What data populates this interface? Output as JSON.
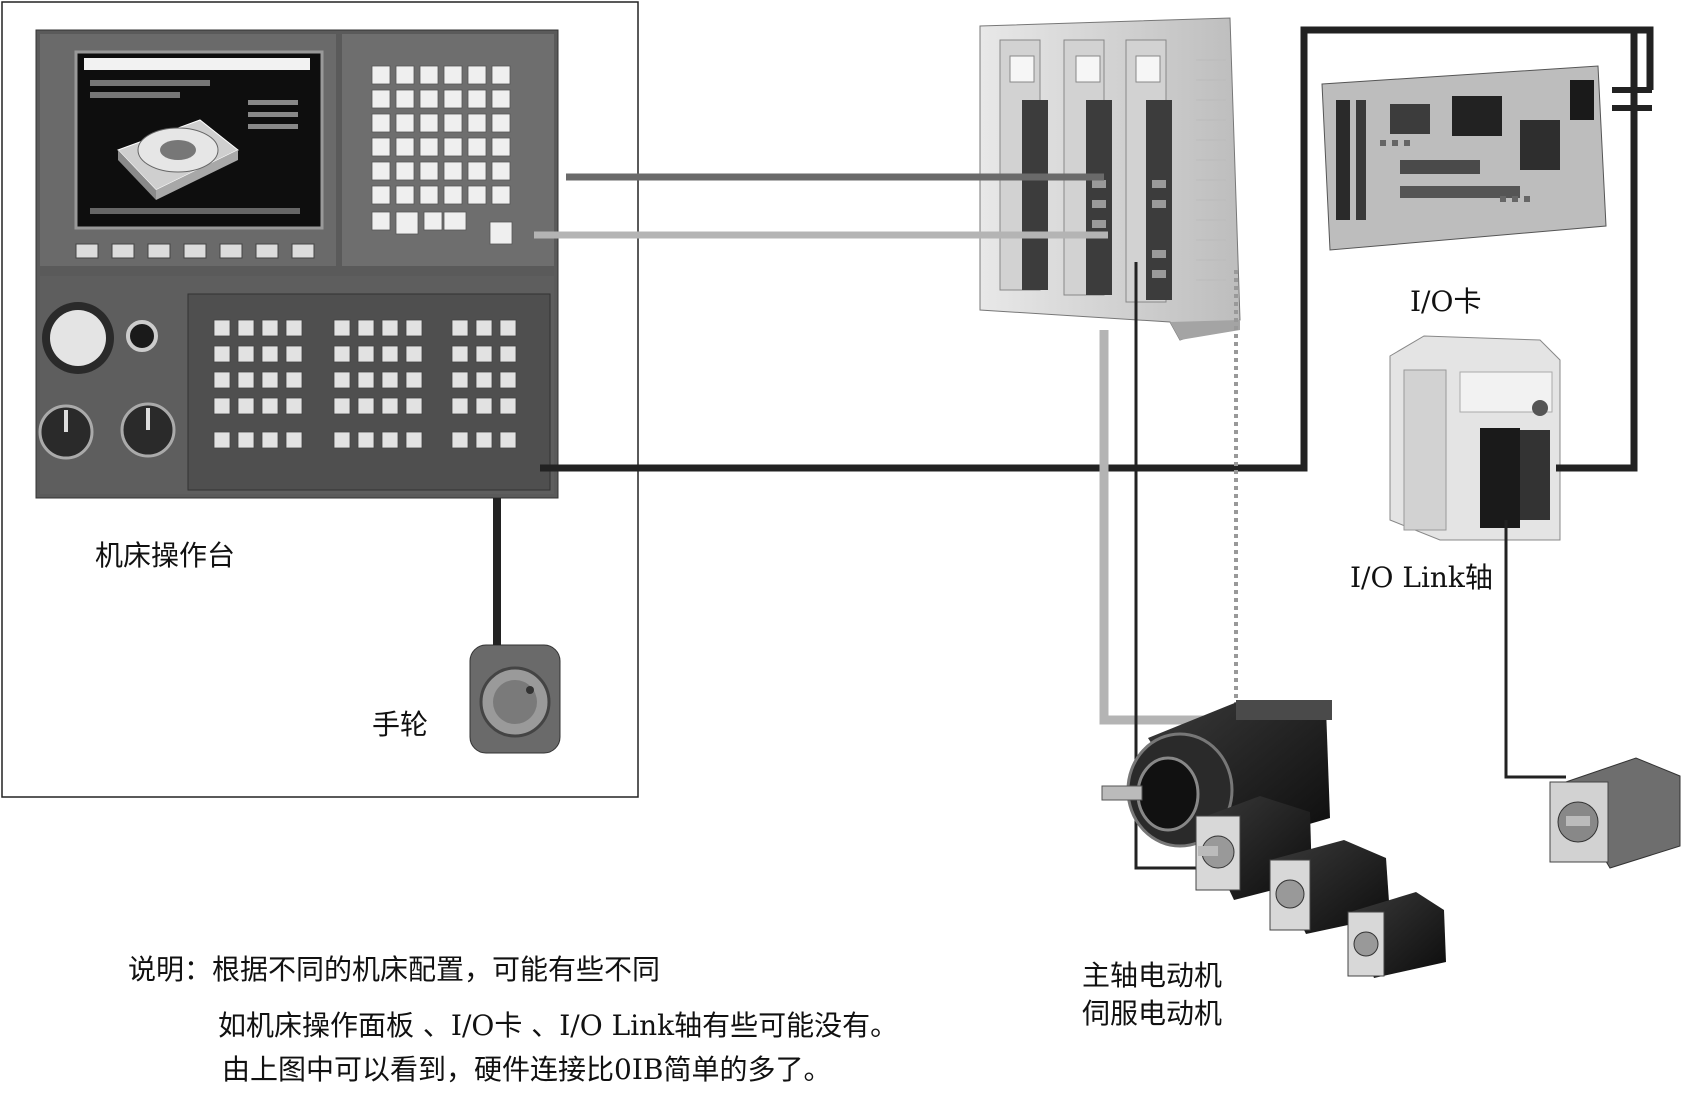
{
  "labels": {
    "console": "机床操作台",
    "handwheel": "手轮",
    "io_card": "I/O卡",
    "io_link": "I/O Link轴",
    "motors_line1": "主轴电动机",
    "motors_line2": "伺服电动机"
  },
  "note": {
    "line1": "说明：根据不同的机床配置，可能有些不同",
    "line2": "如机床操作面板 、I/O卡 、I/O Link轴有些可能没有。",
    "line3": "由上图中可以看到，硬件连接比0IB简单的多了。"
  },
  "colors": {
    "cable_dark": "#222222",
    "cable_medium": "#6a6a6a",
    "cable_light": "#b4b4b4",
    "panel_body": "#5c5c5c",
    "screen": "#101010"
  }
}
